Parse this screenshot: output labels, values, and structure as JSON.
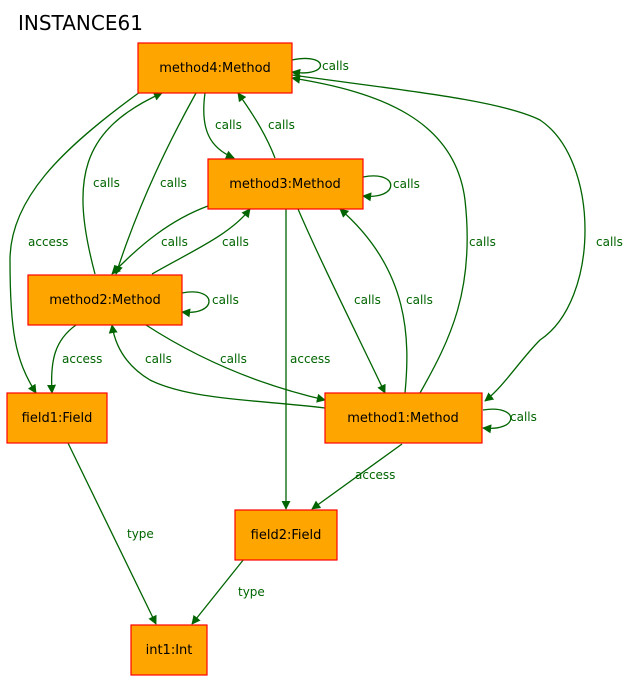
{
  "title": "INSTANCE61",
  "colors": {
    "node_fill": "#ffa500",
    "node_border": "#ff0000",
    "edge": "#006400",
    "label": "#006400"
  },
  "nodes": {
    "method4": "method4:Method",
    "method3": "method3:Method",
    "method2": "method2:Method",
    "method1": "method1:Method",
    "field1": "field1:Field",
    "field2": "field2:Field",
    "int1": "int1:Int"
  },
  "edges": [
    {
      "from": "method4",
      "to": "method4",
      "label": "calls"
    },
    {
      "from": "method4",
      "to": "method3",
      "label": "calls"
    },
    {
      "from": "method3",
      "to": "method4",
      "label": "calls"
    },
    {
      "from": "method4",
      "to": "method2",
      "label": "calls"
    },
    {
      "from": "method2",
      "to": "method4",
      "label": "calls"
    },
    {
      "from": "method4",
      "to": "field1",
      "label": "access"
    },
    {
      "from": "method1",
      "to": "method4",
      "label": "calls"
    },
    {
      "from": "method4",
      "to": "method1",
      "label": "calls"
    },
    {
      "from": "method3",
      "to": "method3",
      "label": "calls"
    },
    {
      "from": "method3",
      "to": "method2",
      "label": "calls"
    },
    {
      "from": "method2",
      "to": "method3",
      "label": "calls"
    },
    {
      "from": "method3",
      "to": "method1",
      "label": "calls"
    },
    {
      "from": "method1",
      "to": "method3",
      "label": "calls"
    },
    {
      "from": "method3",
      "to": "field2",
      "label": "access"
    },
    {
      "from": "method2",
      "to": "method2",
      "label": "calls"
    },
    {
      "from": "method2",
      "to": "field1",
      "label": "access"
    },
    {
      "from": "method1",
      "to": "method2",
      "label": "calls"
    },
    {
      "from": "method2",
      "to": "method1",
      "label": "calls"
    },
    {
      "from": "method1",
      "to": "method1",
      "label": "calls"
    },
    {
      "from": "method1",
      "to": "field2",
      "label": "access"
    },
    {
      "from": "field1",
      "to": "int1",
      "label": "type"
    },
    {
      "from": "field2",
      "to": "int1",
      "label": "type"
    }
  ]
}
